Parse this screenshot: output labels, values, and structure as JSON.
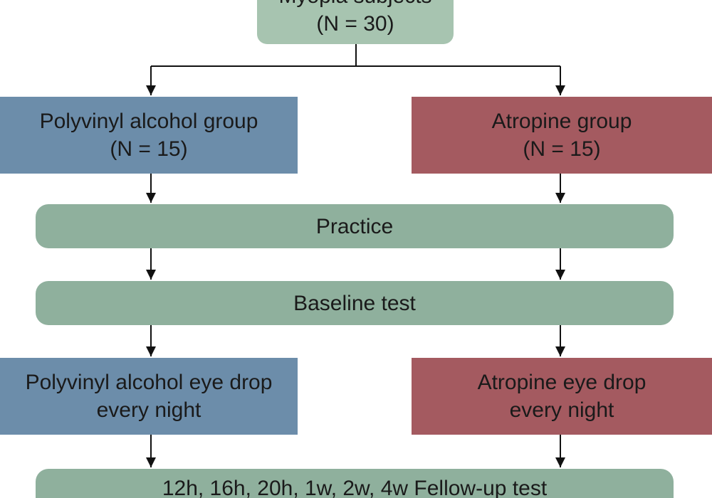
{
  "flowchart": {
    "top": {
      "line1": "Myopia subjects",
      "line2": "(N = 30)"
    },
    "left_group": {
      "line1": "Polyvinyl alcohol group",
      "line2": "(N = 15)"
    },
    "right_group": {
      "line1": "Atropine group",
      "line2": "(N = 15)"
    },
    "practice": {
      "label": "Practice"
    },
    "baseline": {
      "label": "Baseline test"
    },
    "left_drop": {
      "line1": "Polyvinyl alcohol eye drop",
      "line2": "every night"
    },
    "right_drop": {
      "line1": "Atropine eye drop",
      "line2": "every night"
    },
    "followup": {
      "label": "12h, 16h, 20h, 1w, 2w, 4w Fellow-up test"
    }
  },
  "colors": {
    "top_node": "#a7c4b0",
    "shared_step": "#8fb09d",
    "polyvinyl_alcohol": "#6c8daa",
    "atropine": "#a45a60",
    "connector": "#111111"
  }
}
